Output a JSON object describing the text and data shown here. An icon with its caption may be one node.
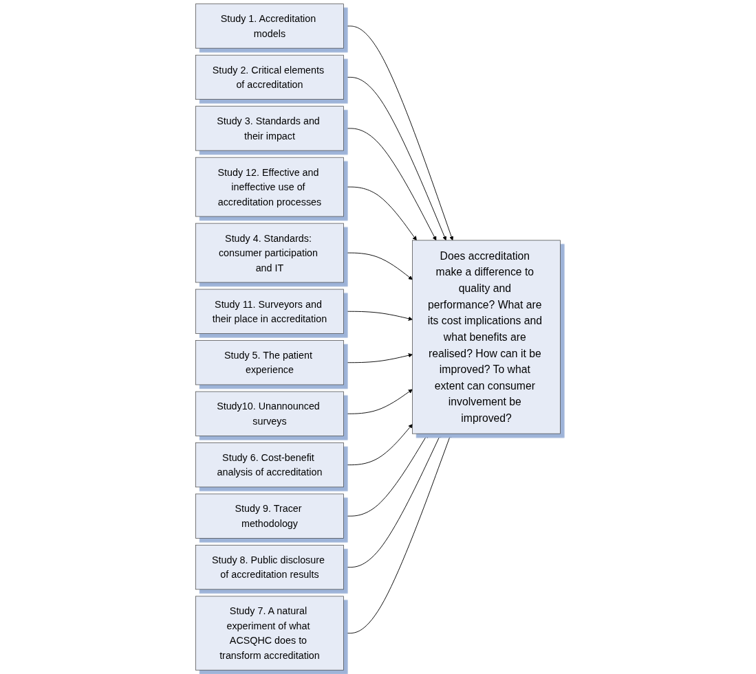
{
  "diagram": {
    "nodes": [
      {
        "text": [
          "Study 1. Accreditation models"
        ]
      },
      {
        "text": [
          "Study 2. Critical elements of accreditation"
        ]
      },
      {
        "text": [
          "Study 3. Standards and their impact"
        ]
      },
      {
        "text": [
          "Study 12. Effective and ineffective use of accreditation processes"
        ]
      },
      {
        "text": [
          "Does accreditation make a difference to quality and performance? What are its cost implications and what benefits are realised? How can it be improved? To what extent can consumer involvement be improved?"
        ]
      },
      {
        "text": [
          "Study 4. Standards: consumer participation and IT"
        ]
      },
      {
        "text": [
          "Study 11. Surveyors and their place in accreditation"
        ]
      },
      {
        "text": [
          "Study 5. The patient experience"
        ]
      },
      {
        "text": [
          "Study10. Unannounced surveys"
        ]
      },
      {
        "text": [
          "Study 6. Cost-benefit analysis of accreditation"
        ]
      },
      {
        "text": [
          "Study 9. Tracer methodology"
        ]
      },
      {
        "text": [
          "Study 8. Public disclosure of accreditation results"
        ]
      },
      {
        "text": [
          "Study 7. A natural experiment of what ACSQHC does to transform accreditation"
        ]
      }
    ],
    "edges": [
      {
        "from": 0,
        "to": 4,
        "arrow": "to"
      },
      {
        "from": 1,
        "to": 4,
        "arrow": "to"
      },
      {
        "from": 2,
        "to": 4,
        "arrow": "to"
      },
      {
        "from": 3,
        "to": 4,
        "arrow": "to"
      },
      {
        "from": 5,
        "to": 4,
        "arrow": "to"
      },
      {
        "from": 6,
        "to": 4,
        "arrow": "to"
      },
      {
        "from": 7,
        "to": 4,
        "arrow": "to"
      },
      {
        "from": 8,
        "to": 4,
        "arrow": "to"
      },
      {
        "from": 9,
        "to": 4,
        "arrow": "to"
      },
      {
        "from": 10,
        "to": 4,
        "arrow": "to"
      },
      {
        "from": 11,
        "to": 4,
        "arrow": "to"
      },
      {
        "from": 12,
        "to": 4,
        "arrow": "to"
      }
    ]
  }
}
